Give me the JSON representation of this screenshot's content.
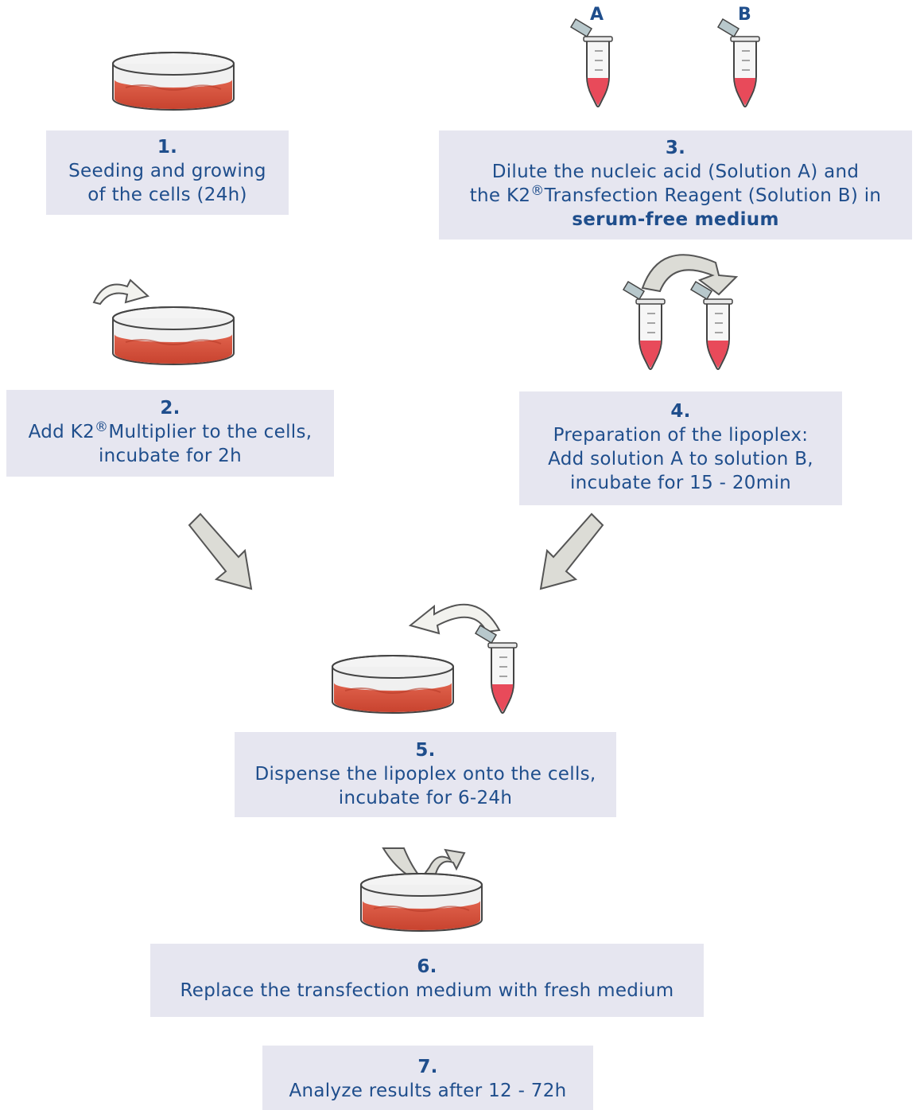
{
  "labels": {
    "tube_a": "A",
    "tube_b": "B"
  },
  "steps": [
    {
      "num": "1.",
      "lines": [
        "Seeding and growing",
        "of the cells (24h)"
      ]
    },
    {
      "num": "2.",
      "line1_pre": "Add K2",
      "line1_sup": "®",
      "line1_post": "Multiplier to the cells,",
      "line2": "incubate for 2h"
    },
    {
      "num": "3.",
      "line1": "Dilute the nucleic acid (Solution A) and",
      "line2_pre": "the K2",
      "line2_sup": "®",
      "line2_post": "Transfection Reagent (Solution B) in",
      "line3_bold": "serum-free medium"
    },
    {
      "num": "4.",
      "lines": [
        "Preparation of the lipoplex:",
        "Add solution A to solution B,",
        "incubate for 15 - 20min"
      ]
    },
    {
      "num": "5.",
      "lines": [
        "Dispense the lipoplex onto the cells,",
        "incubate for 6-24h"
      ]
    },
    {
      "num": "6.",
      "lines": [
        "Replace the transfection medium with fresh medium"
      ]
    },
    {
      "num": "7.",
      "lines": [
        "Analyze results after 12 - 72h"
      ]
    }
  ],
  "colors": {
    "box_bg": "#e6e6f0",
    "text": "#1f4e8c",
    "medium": "#d9533f",
    "arrow_fill": "#dcdcd6",
    "outline": "#555555"
  }
}
